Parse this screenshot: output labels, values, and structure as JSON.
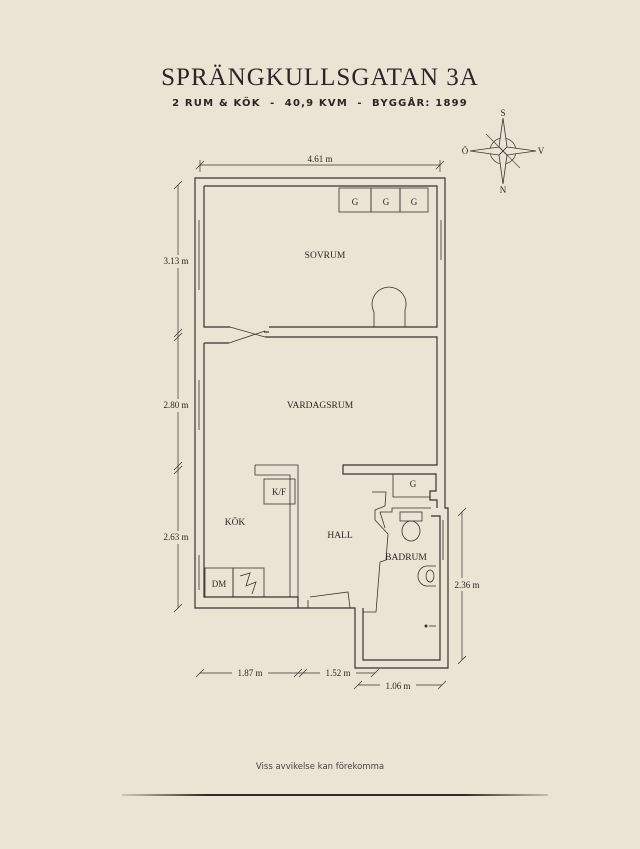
{
  "header": {
    "title": "SPRÄNGKULLSGATAN 3A",
    "subtitle": "2 RUM & KÖK  -  40,9 KVM  -  BYGGÅR: 1899"
  },
  "compass": {
    "south": "S",
    "north": "N",
    "west": "Ö",
    "east": "V"
  },
  "rooms": {
    "sovrum": "SOVRUM",
    "vardagsrum": "VARDAGSRUM",
    "kok": "KÖK",
    "hall": "HALL",
    "badrum": "BADRUM"
  },
  "fixtures": {
    "closet_labels": [
      "G",
      "G",
      "G"
    ],
    "hall_closet": "G",
    "fridge": "K/F",
    "dishwasher": "DM"
  },
  "dimensions": {
    "top_width": "4.61 m",
    "sovrum_height": "3.13 m",
    "vardagsrum_height": "2.80 m",
    "kok_height": "2.63 m",
    "badrum_height": "2.36 m",
    "bottom_left": "1.87 m",
    "bottom_mid": "1.52 m",
    "bottom_right": "1.06 m"
  },
  "footer": {
    "note": "Viss avvikelse kan förekomma"
  }
}
